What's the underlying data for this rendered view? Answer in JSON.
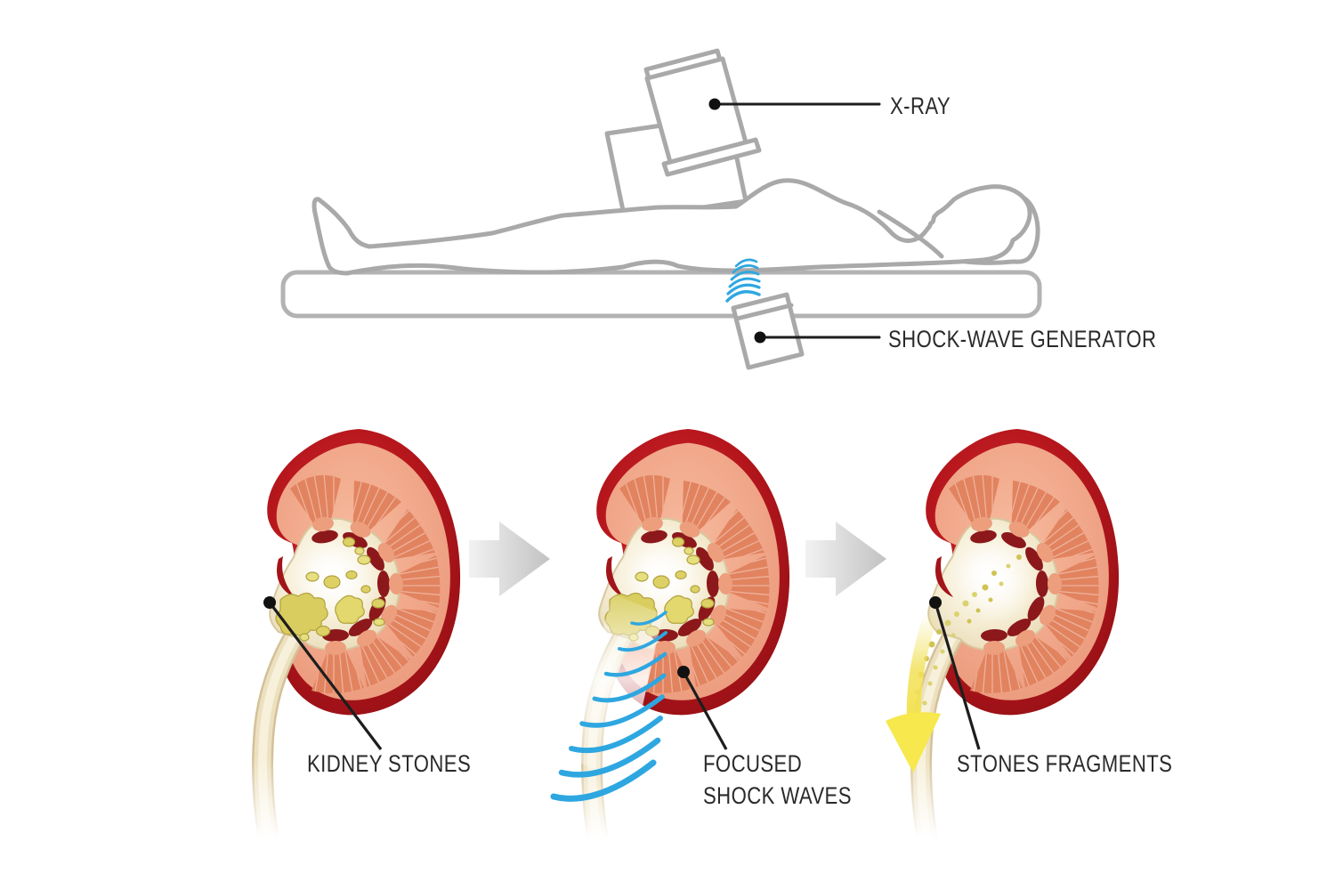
{
  "apparatus": {
    "xray_label": "X-RAY",
    "generator_label": "SHOCK-WAVE GENERATOR"
  },
  "panels": {
    "kidney_stones_label": "KIDNEY STONES",
    "focused_line1": "FOCUSED",
    "focused_line2": "SHOCK WAVES",
    "fragments_label": "STONES FRAGMENTS"
  },
  "colors": {
    "outline_gray": "#a9a9a9",
    "leader_black": "#1d1d1d",
    "wave_blue": "#2ea7e0",
    "capsule_red": "#b5161c",
    "cortex_salmon": "#f0a287",
    "pelvis_cream": "#efe5c6",
    "stone_yellow": "#ddd166",
    "flow_yellow": "#f3e24e",
    "step_arrow_gray": "#c6c6c6"
  }
}
